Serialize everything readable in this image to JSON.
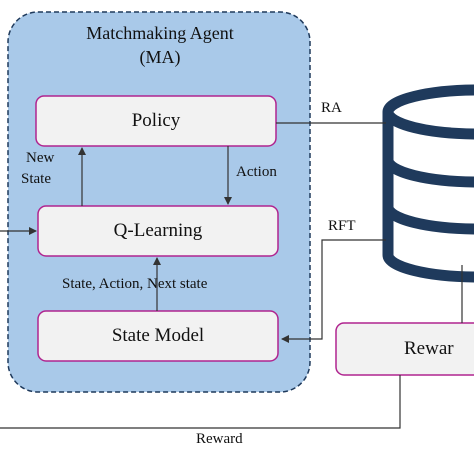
{
  "agent": {
    "title": "Matchmaking Agent",
    "abbreviation": "(MA)"
  },
  "boxes": {
    "policy": "Policy",
    "q_learning": "Q-Learning",
    "state_model": "State Model",
    "reward": "Rewar"
  },
  "edge_labels": {
    "new_state": [
      "New",
      "State"
    ],
    "action": "Action",
    "state_action_next": "State, Action, Next state",
    "ra": "RA",
    "rft": "RFT",
    "reward": "Reward"
  },
  "colors": {
    "agent_fill": "#a9c9e9",
    "agent_border": "#1f3a5c",
    "box_fill": "#f2f2f2",
    "box_border": "#b0248f",
    "database": "#1f3a5c",
    "line": "#333333"
  }
}
